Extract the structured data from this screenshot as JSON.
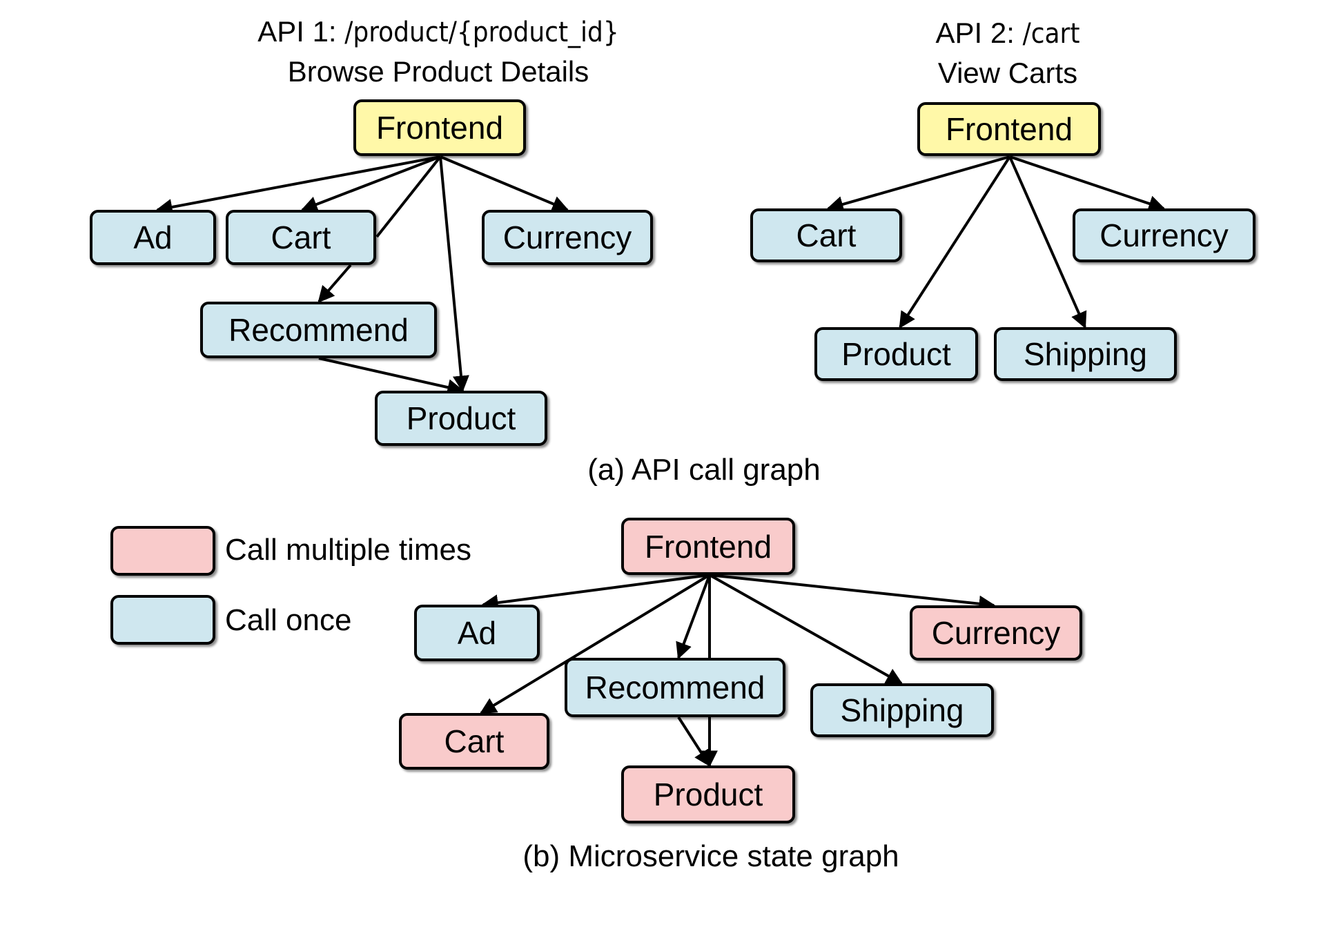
{
  "api1": {
    "prefix": "API 1: ",
    "path": "/product/{product_id}",
    "subtitle": "Browse Product Details",
    "nodes": {
      "frontend": "Frontend",
      "ad": "Ad",
      "cart": "Cart",
      "currency": "Currency",
      "recommend": "Recommend",
      "product": "Product"
    }
  },
  "api2": {
    "prefix": "API 2: ",
    "path": "/cart",
    "subtitle": "View Carts",
    "nodes": {
      "frontend": "Frontend",
      "cart": "Cart",
      "currency": "Currency",
      "product": "Product",
      "shipping": "Shipping"
    }
  },
  "caption_a": "(a)  API call graph",
  "legend": {
    "multiple": "Call multiple times",
    "once": "Call once"
  },
  "state_graph": {
    "nodes": {
      "frontend": "Frontend",
      "ad": "Ad",
      "currency": "Currency",
      "recommend": "Recommend",
      "shipping": "Shipping",
      "cart": "Cart",
      "product": "Product"
    }
  },
  "caption_b": "(b)  Microservice state graph",
  "colors": {
    "entry": "#fff8a8",
    "call_once": "#cfe7ef",
    "call_multiple": "#f9cbcb"
  }
}
